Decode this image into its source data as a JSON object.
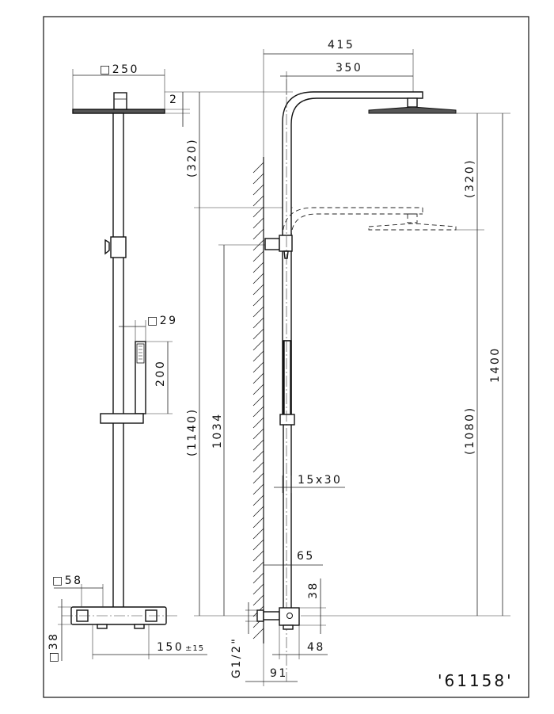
{
  "drawing_code": "'61158'",
  "front_view": {
    "head_size": "□250",
    "head_thickness": "2",
    "head_offset": "(320)",
    "handshower_size": "□29",
    "handshower_length": "200",
    "bar_height_total": "(1140)",
    "mixer_width": "□58",
    "mixer_depth": "□38",
    "inlet_spacing": "150",
    "inlet_tolerance": "±15"
  },
  "side_view": {
    "arm_projection": "415",
    "arm_length": "350",
    "head_offset": "(320)",
    "bracket_height": "1034",
    "total_height": "1400",
    "head_height": "(1080)",
    "rail_section": "15x30",
    "rail_wall_distance": "65",
    "mixer_height": "38",
    "mixer_projection": "48",
    "connection_thread": "G1/2\"",
    "inlet_depth": "91"
  }
}
